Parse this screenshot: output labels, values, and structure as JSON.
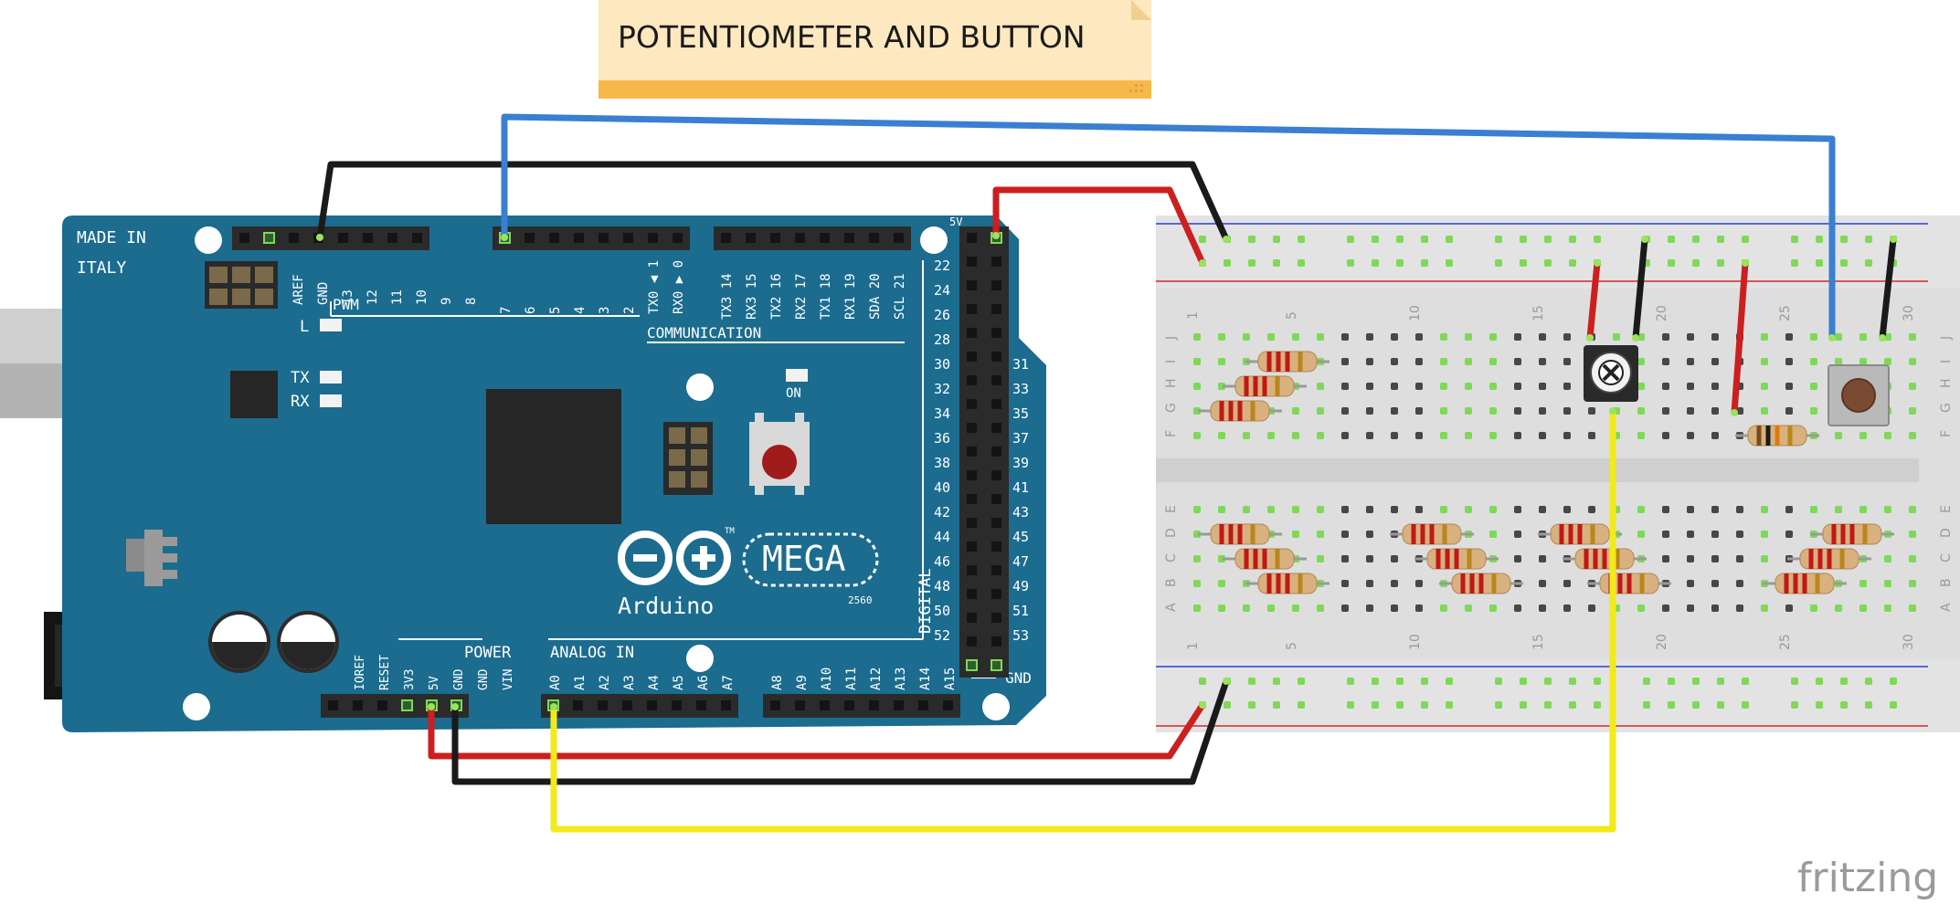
{
  "note": {
    "title": "POTENTIOMETER AND BUTTON"
  },
  "arduino": {
    "made_in_line1": "MADE IN",
    "made_in_line2": "ITALY",
    "led_l": "L",
    "led_tx": "TX",
    "led_rx": "RX",
    "led_on": "ON",
    "pwm": "PWM",
    "communication": "COMMUNICATION",
    "digital": "DIGITAL",
    "power": "POWER",
    "analog_in": "ANALOG IN",
    "brand": "Arduino",
    "model": "MEGA",
    "model_number": "2560",
    "tm": "TM",
    "label_5v": "5V",
    "label_gnd": "GND",
    "top_left_pins": [
      "AREF",
      "GND",
      "13",
      "12",
      "11",
      "10",
      "9",
      "8"
    ],
    "top_mid_pins": [
      "7",
      "6",
      "5",
      "4",
      "3",
      "2",
      "TX0 ◀ 1",
      "RX0 ▶ 0"
    ],
    "top_right_pins": [
      "TX3 14",
      "RX3 15",
      "TX2 16",
      "RX2 17",
      "TX1 18",
      "RX1 19",
      "SDA 20",
      "SCL 21"
    ],
    "power_pins": [
      "IOREF",
      "RESET",
      "3V3",
      "5V",
      "GND",
      "GND",
      "VIN"
    ],
    "analog_pins_a": [
      "A0",
      "A1",
      "A2",
      "A3",
      "A4",
      "A5",
      "A6",
      "A7"
    ],
    "analog_pins_b": [
      "A8",
      "A9",
      "A10",
      "A11",
      "A12",
      "A13",
      "A14",
      "A15"
    ],
    "digital_left_nums": [
      "22",
      "24",
      "26",
      "28",
      "30",
      "32",
      "34",
      "36",
      "38",
      "40",
      "42",
      "44",
      "46",
      "48",
      "50",
      "52"
    ],
    "digital_right_nums": [
      "31",
      "33",
      "35",
      "37",
      "39",
      "41",
      "43",
      "45",
      "47",
      "49",
      "51",
      "53"
    ]
  },
  "breadboard": {
    "column_numbers": [
      "1",
      "5",
      "10",
      "15",
      "20",
      "25",
      "30"
    ],
    "row_letters_top": [
      "J",
      "I",
      "H",
      "G",
      "F"
    ],
    "row_letters_bottom": [
      "E",
      "D",
      "C",
      "B",
      "A"
    ]
  },
  "colors": {
    "board": "#1b6c8f",
    "wire_red": "#cc1f1f",
    "wire_black": "#1a1a1a",
    "wire_blue": "#3a7fd1",
    "wire_yellow": "#f2ea1a",
    "note_bg": "#fde8c0",
    "note_bar": "#f7b84a"
  },
  "logo": "fritzing"
}
